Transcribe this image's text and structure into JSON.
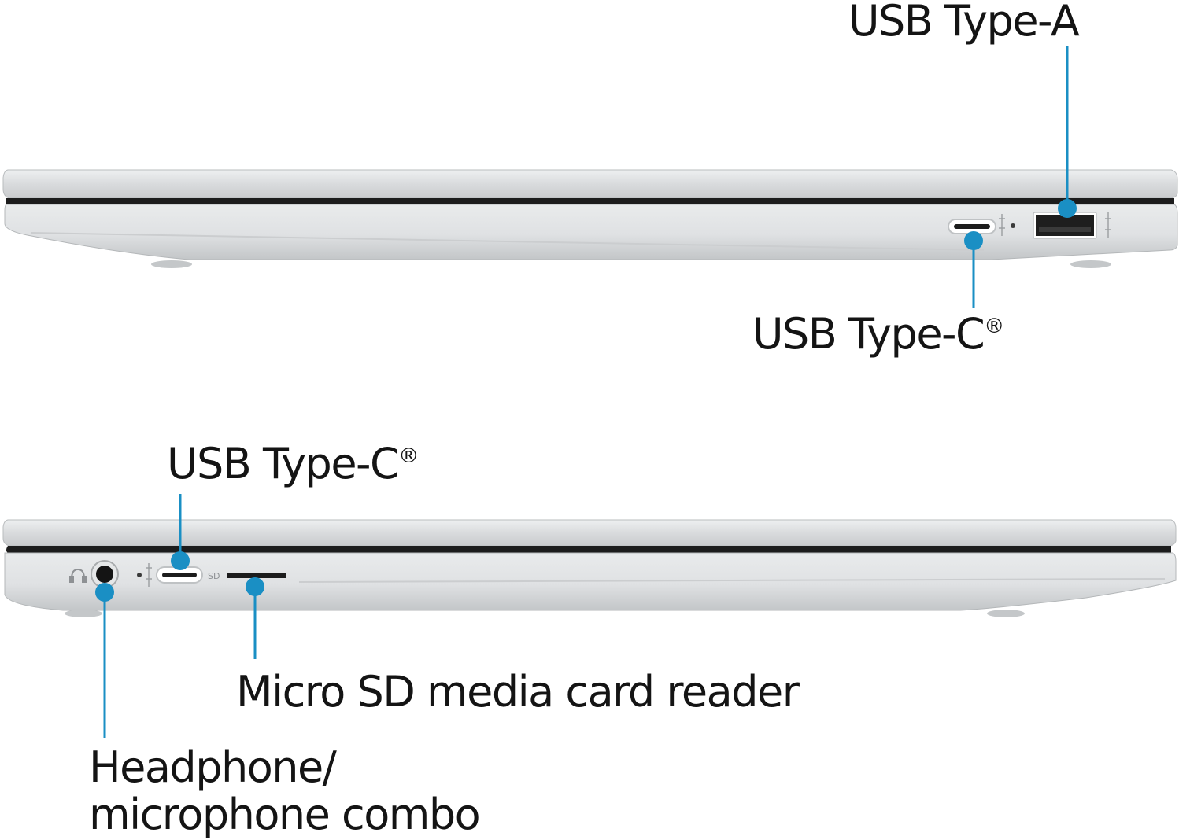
{
  "callouts": {
    "right_side": {
      "usb_a": "USB Type-A",
      "usb_c": "USB Type-C",
      "usb_c_mark": "®"
    },
    "left_side": {
      "usb_c": "USB Type-C",
      "usb_c_mark": "®",
      "microsd": "Micro SD media card reader",
      "headphone_line1": "Headphone/",
      "headphone_line2": "microphone combo"
    }
  },
  "port_markings": {
    "sd": "SD"
  },
  "colors": {
    "callout_line": "#1a8fc4",
    "callout_dot": "#1a8fc4",
    "chassis": "#d8dadc",
    "chassis_dark": "#1c1c1c"
  }
}
